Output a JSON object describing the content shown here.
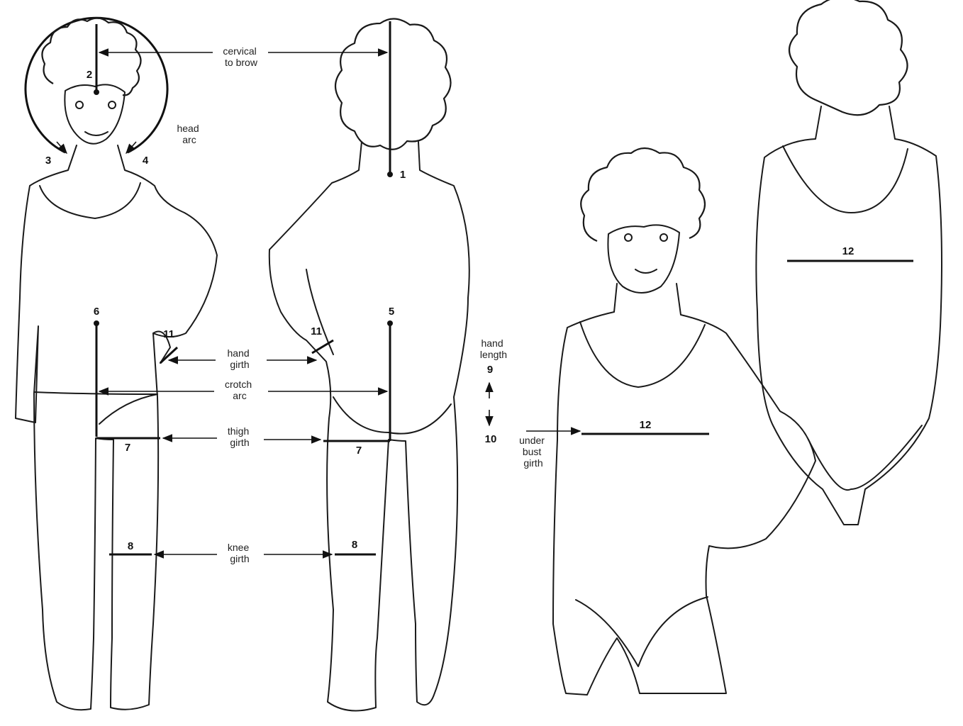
{
  "labels": {
    "cervical_to_brow": [
      "cervical",
      "to brow"
    ],
    "head_arc": [
      "head",
      "arc"
    ],
    "hand_girth": [
      "hand",
      "girth"
    ],
    "crotch_arc": [
      "crotch",
      "arc"
    ],
    "thigh_girth": [
      "thigh",
      "girth"
    ],
    "knee_girth": [
      "knee",
      "girth"
    ],
    "hand_length": [
      "hand",
      "length"
    ],
    "under_bust_girth": [
      "under",
      "bust",
      "girth"
    ]
  },
  "numbers": {
    "n1": "1",
    "n2": "2",
    "n3": "3",
    "n4": "4",
    "n5": "5",
    "n6": "6",
    "n7a": "7",
    "n7b": "7",
    "n8a": "8",
    "n8b": "8",
    "n9": "9",
    "n10": "10",
    "n11a": "11",
    "n11b": "11",
    "n12a": "12",
    "n12b": "12"
  }
}
